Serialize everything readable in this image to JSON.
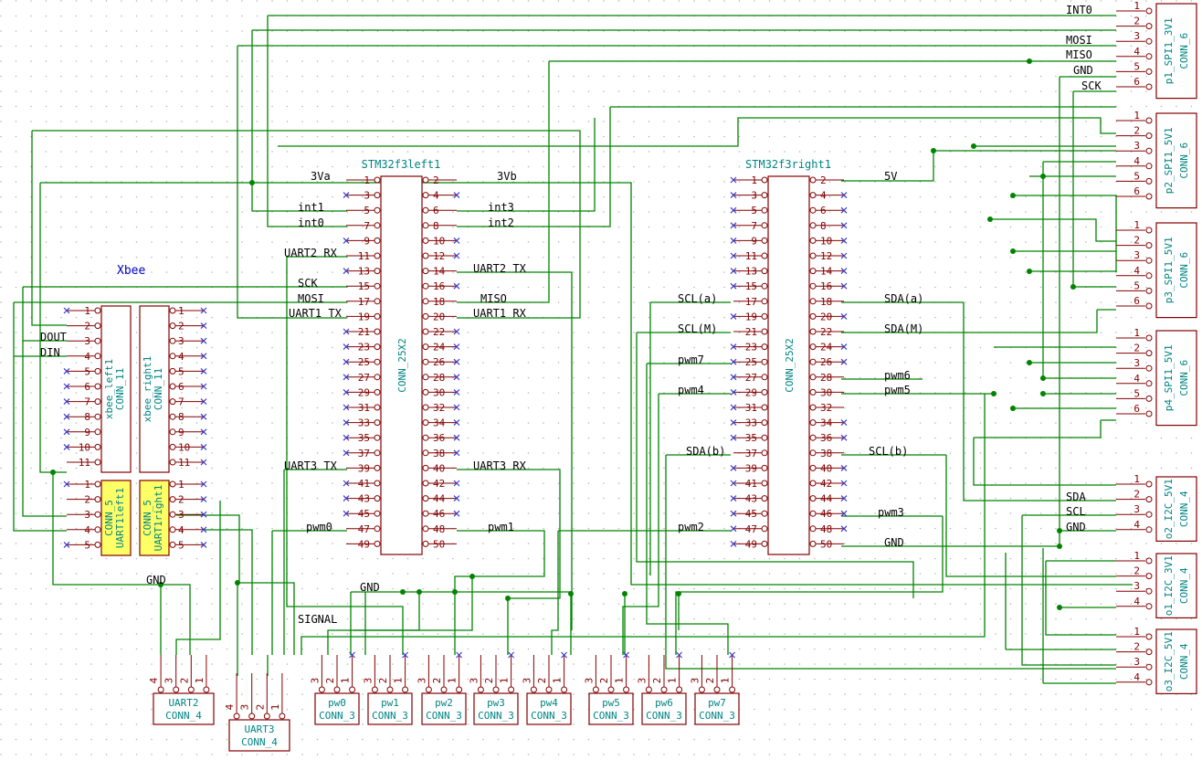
{
  "title": "",
  "components": {
    "left_mcu": {
      "ref": "STM32f3left1",
      "value": "CONN_25X2"
    },
    "right_mcu": {
      "ref": "STM32f3right1",
      "value": "CONN_25X2"
    },
    "xbee_left": {
      "ref": "xbee_left1",
      "value": "CONN_11"
    },
    "xbee_right": {
      "ref": "xbee_right1",
      "value": "CONN_11"
    },
    "uart_left": {
      "ref": "UART1left1",
      "value": "CONN_5"
    },
    "uart_right": {
      "ref": "UART1right1",
      "value": "CONN_5"
    },
    "p1": {
      "ref": "p1_SPI1_3V1",
      "value": "CONN_6"
    },
    "p2": {
      "ref": "p2_SPI1_5V1",
      "value": "CONN_6"
    },
    "p3": {
      "ref": "p3_SPI1_5V1",
      "value": "CONN_6"
    },
    "p4": {
      "ref": "p4_SPI1_5V1",
      "value": "CONN_6"
    },
    "i2c_a": {
      "ref": "o2_I2C_5V1",
      "value": "CONN_4"
    },
    "i2c_b": {
      "ref": "o1_I2C_3V1",
      "value": "CONN_4"
    },
    "i2c_c": {
      "ref": "o3_I2C_5V1",
      "value": "CONN_4"
    },
    "uart2": {
      "ref": "UART2",
      "value": "CONN_4"
    },
    "uart3": {
      "ref": "UART3",
      "value": "CONN_4"
    },
    "pw": [
      {
        "ref": "pw0",
        "value": "CONN_3"
      },
      {
        "ref": "pw1",
        "value": "CONN_3"
      },
      {
        "ref": "pw2",
        "value": "CONN_3"
      },
      {
        "ref": "pw3",
        "value": "CONN_3"
      },
      {
        "ref": "pw4",
        "value": "CONN_3"
      },
      {
        "ref": "pw5",
        "value": "CONN_3"
      },
      {
        "ref": "pw6",
        "value": "CONN_3"
      },
      {
        "ref": "pw7",
        "value": "CONN_3"
      }
    ]
  },
  "text": {
    "xbee": "Xbee",
    "left_nets": [
      "3Va",
      "3Vb",
      "int1",
      "int3",
      "int0",
      "int2",
      "UART2 RX",
      "UART2 TX",
      "SCK",
      "MOSI",
      "MISO",
      "UART1 TX",
      "UART1 RX",
      "UART3 TX",
      "UART3 RX",
      "pwm0",
      "pwm1"
    ],
    "right_nets": [
      "5V",
      "SCL(a)",
      "SDA(a)",
      "SCL(M)",
      "SDA(M)",
      "pwm7",
      "pwm6",
      "pwm4",
      "pwm5",
      "SDA(b)",
      "SCL(b)",
      "pwm3",
      "pwm2",
      "GND"
    ],
    "spi_nets": [
      "INT0",
      "MOSI",
      "MISO",
      "GND",
      "SCK"
    ],
    "i2c_nets": [
      "SDA",
      "SCL",
      "GND"
    ],
    "xbee_nets": [
      "DOUT",
      "DIN"
    ],
    "misc_nets": [
      "GND",
      "GND",
      "SIGNAL"
    ]
  },
  "colors": {
    "wire": "#008400",
    "component": "#840000",
    "reference": "#008484",
    "no_connect": "#3c3cc8",
    "highlight": "#ffff66"
  }
}
